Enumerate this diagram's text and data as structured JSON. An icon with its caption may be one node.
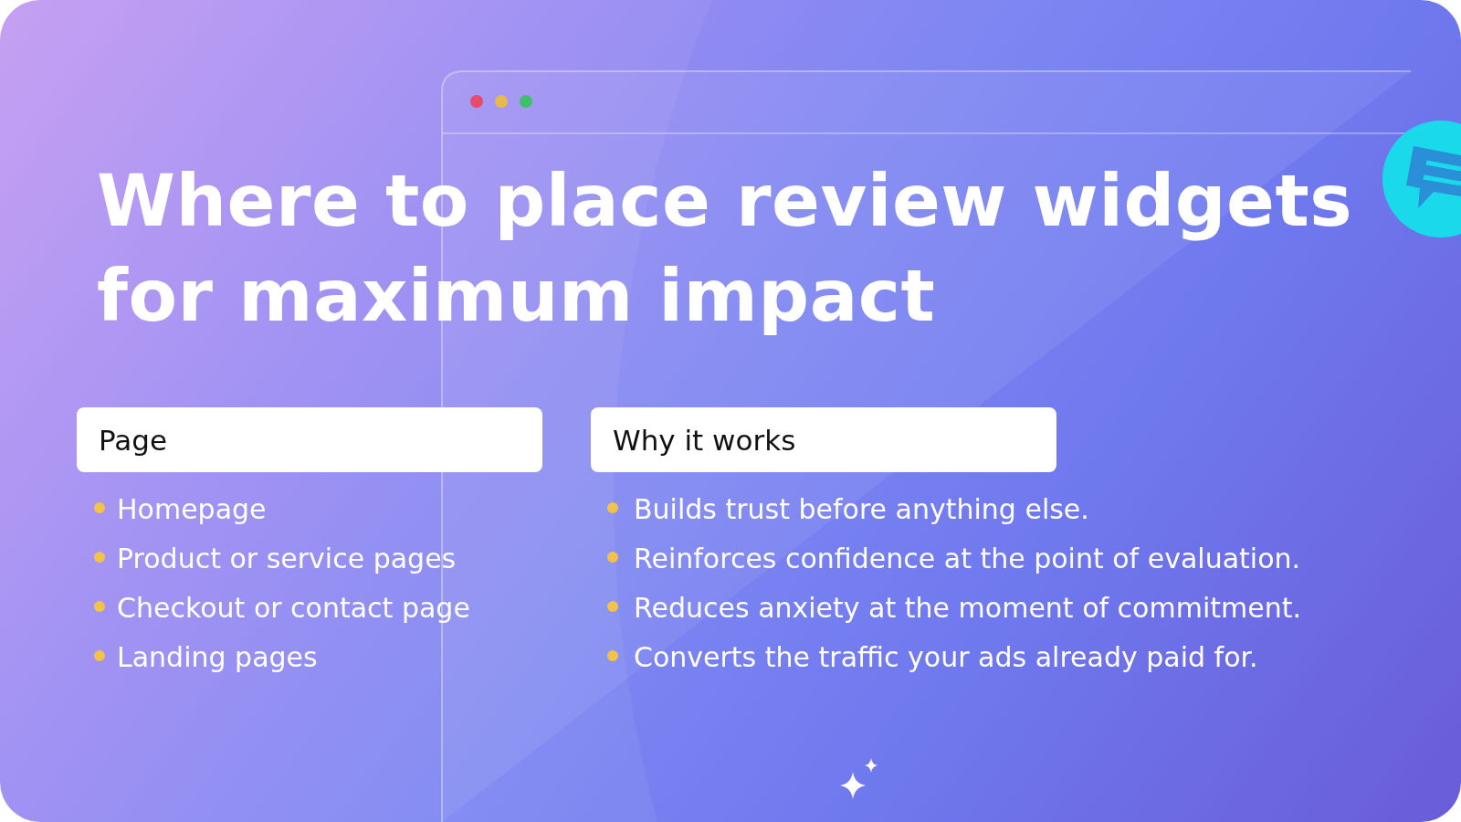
{
  "diagram": {
    "title": "Where to place review widgets for maximum impact",
    "nodes": [
      {
        "text": [
          "Page"
        ]
      },
      {
        "text": [
          "Why it works"
        ]
      }
    ],
    "labels": [
      "Homepage",
      "Builds trust before anything else.",
      "Product or service pages",
      "Reinforces confidence at the point of evaluation.",
      "Checkout or contact page",
      "Reduces anxiety at the moment of commitment.",
      "Landing pages",
      "Converts the traffic your ads already paid for."
    ]
  }
}
